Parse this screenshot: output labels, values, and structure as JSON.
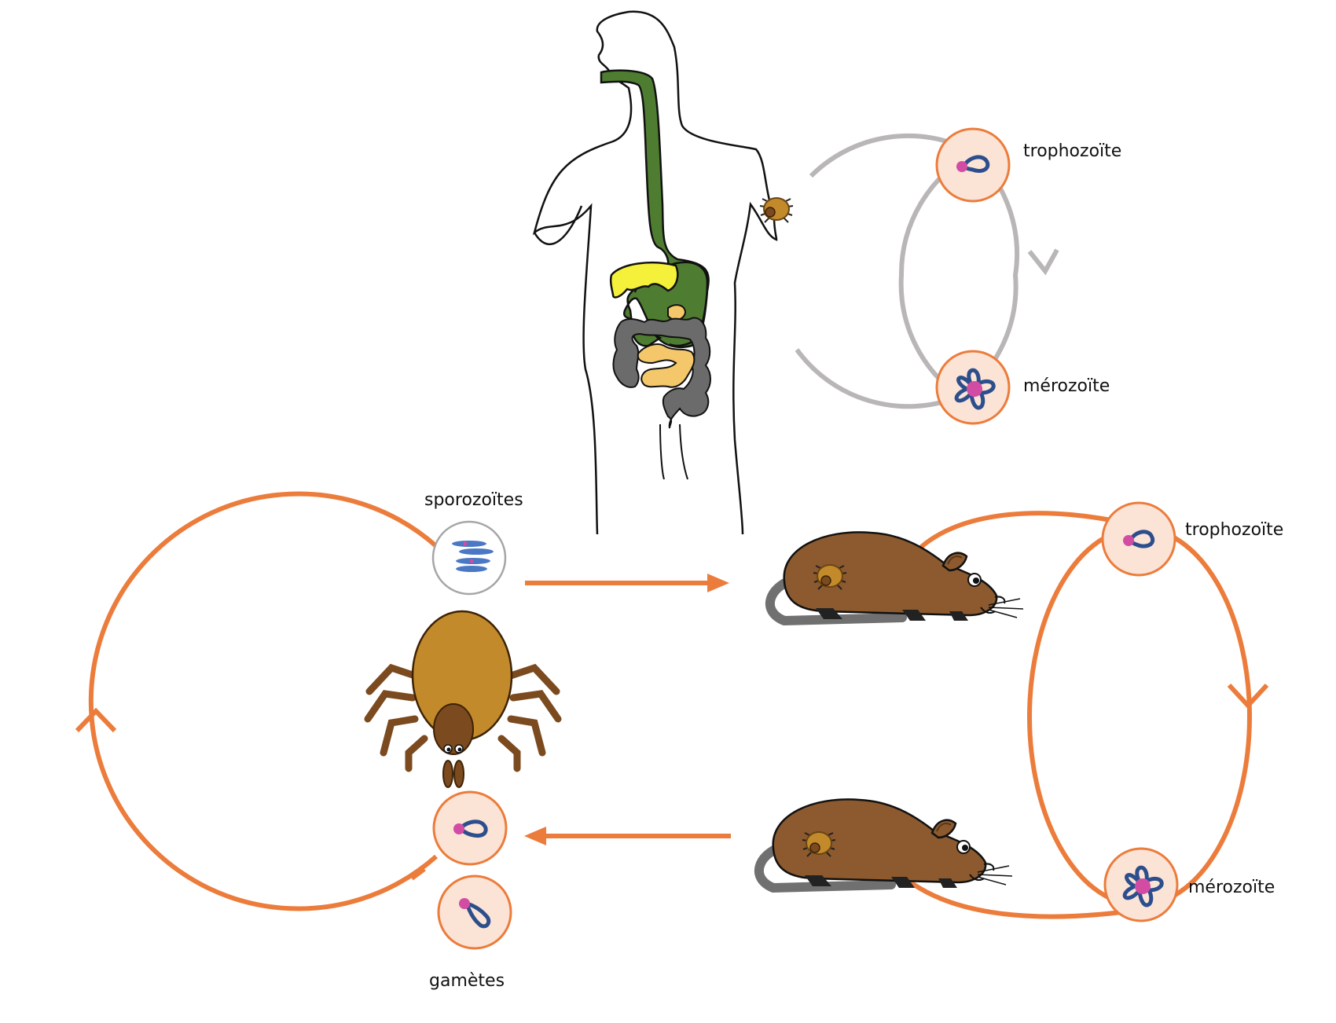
{
  "labels": {
    "human_trophozoite": "trophozoïte",
    "human_merozoite": "mérozoïte",
    "rodent_trophozoite": "trophozoïte",
    "rodent_merozoite": "mérozoïte",
    "sporozoites": "sporozoïtes",
    "gametes": "gamètes"
  },
  "colors": {
    "human_cycle": "#b9b6b8",
    "parasite_cycle": "#ec7c3b",
    "cell_fill": "#fbe3d6",
    "cell_border": "#ec7c3b",
    "sporozoite_cell_fill": "#ffffff",
    "sporozoite_cell_border": "#a6a6a6",
    "nucleus": "#d24ca3",
    "parasite_body": "#2c4e8c",
    "tick": "#c28a2b",
    "tick_capitulum": "#7b4a1f",
    "rodent_fur": "#8c5a2e",
    "rodent_tail": "#707070",
    "esophagus": "#4e7d31",
    "liver": "#f5f03a",
    "small_intestine": "#f4c86a",
    "colon": "#6b6b6b"
  },
  "icons": [
    "human-body-icon",
    "tick-icon",
    "rodent-icon",
    "cell-icon",
    "arrow-icon"
  ]
}
